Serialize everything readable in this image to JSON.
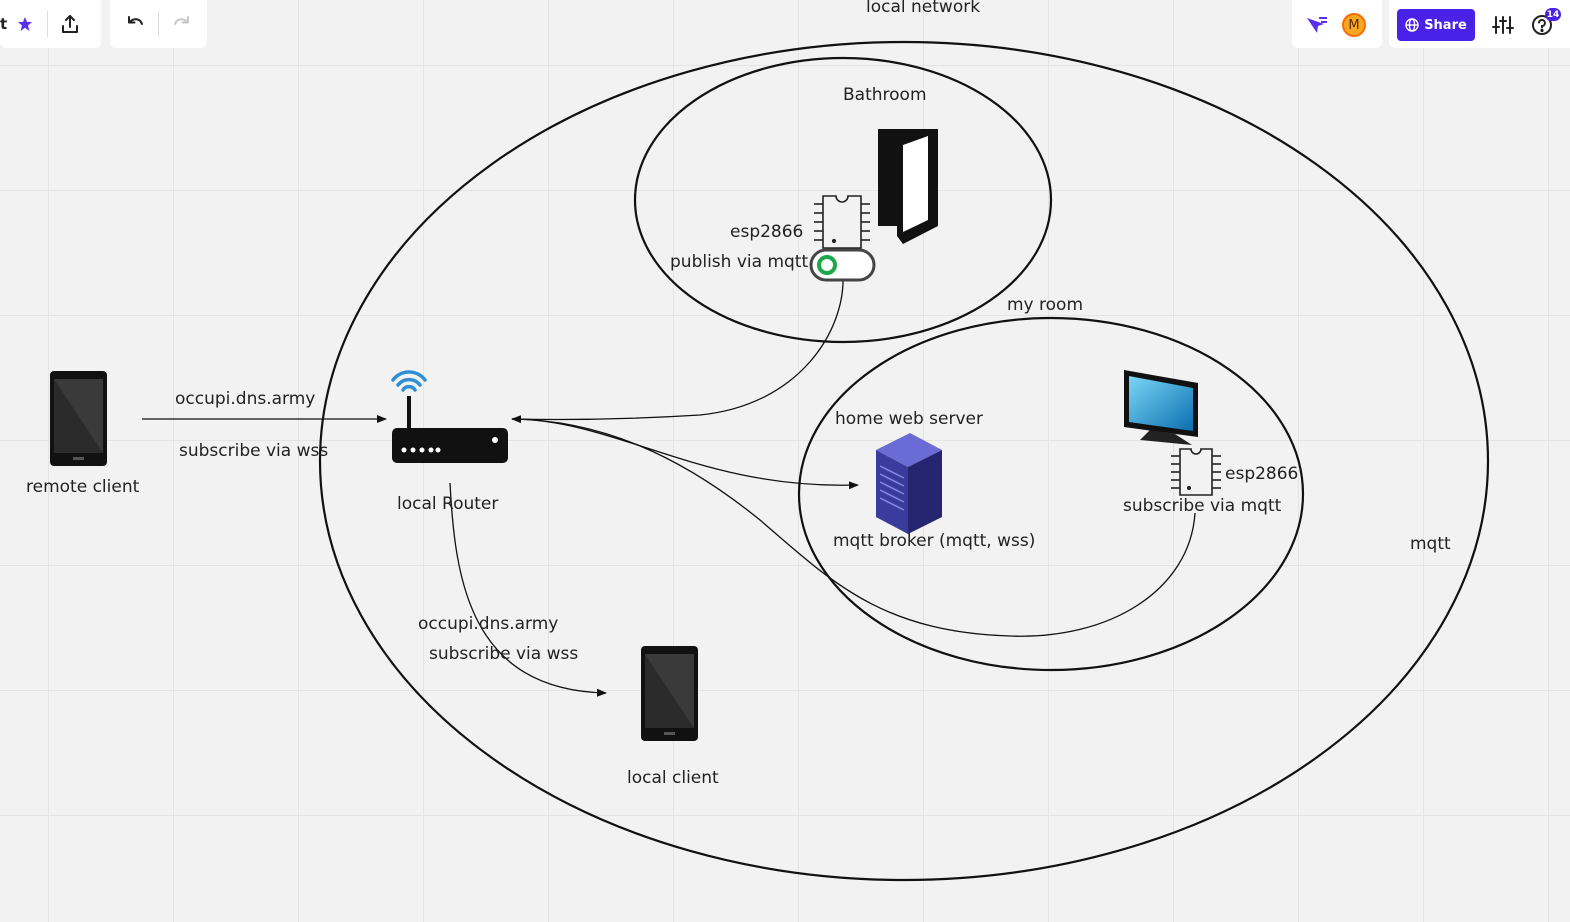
{
  "toolbar": {
    "board_title_fragment": "t",
    "star_icon": "star-icon",
    "export_icon": "upload-icon",
    "undo_icon": "undo-icon",
    "redo_icon": "redo-icon"
  },
  "topbar": {
    "cursor_icon": "reactions-cursor-icon",
    "avatar_initial": "M",
    "share_label": "Share",
    "settings_icon": "sliders-icon",
    "help_icon": "help-icon",
    "notification_count": "14",
    "accent_color": "#4a21e6"
  },
  "diagram": {
    "zones": {
      "local_network": "local network",
      "bathroom": "Bathroom",
      "my_room": "my room"
    },
    "labels": {
      "remote_client": "remote client",
      "remote_link_host": "occupi.dns.army",
      "remote_link_protocol": "subscribe via wss",
      "local_router": "local Router",
      "bath_esp": "esp2866",
      "bath_publish": "publish via mqtt",
      "home_web_server": "home web server",
      "mqtt_broker": "mqtt broker (mqtt, wss)",
      "room_esp": "esp2866",
      "room_subscribe": "subscribe via mqtt",
      "mqtt": "mqtt",
      "local_link_host": "occupi.dns.army",
      "local_link_protocol": "subscribe via wss",
      "local_client": "local client"
    }
  }
}
